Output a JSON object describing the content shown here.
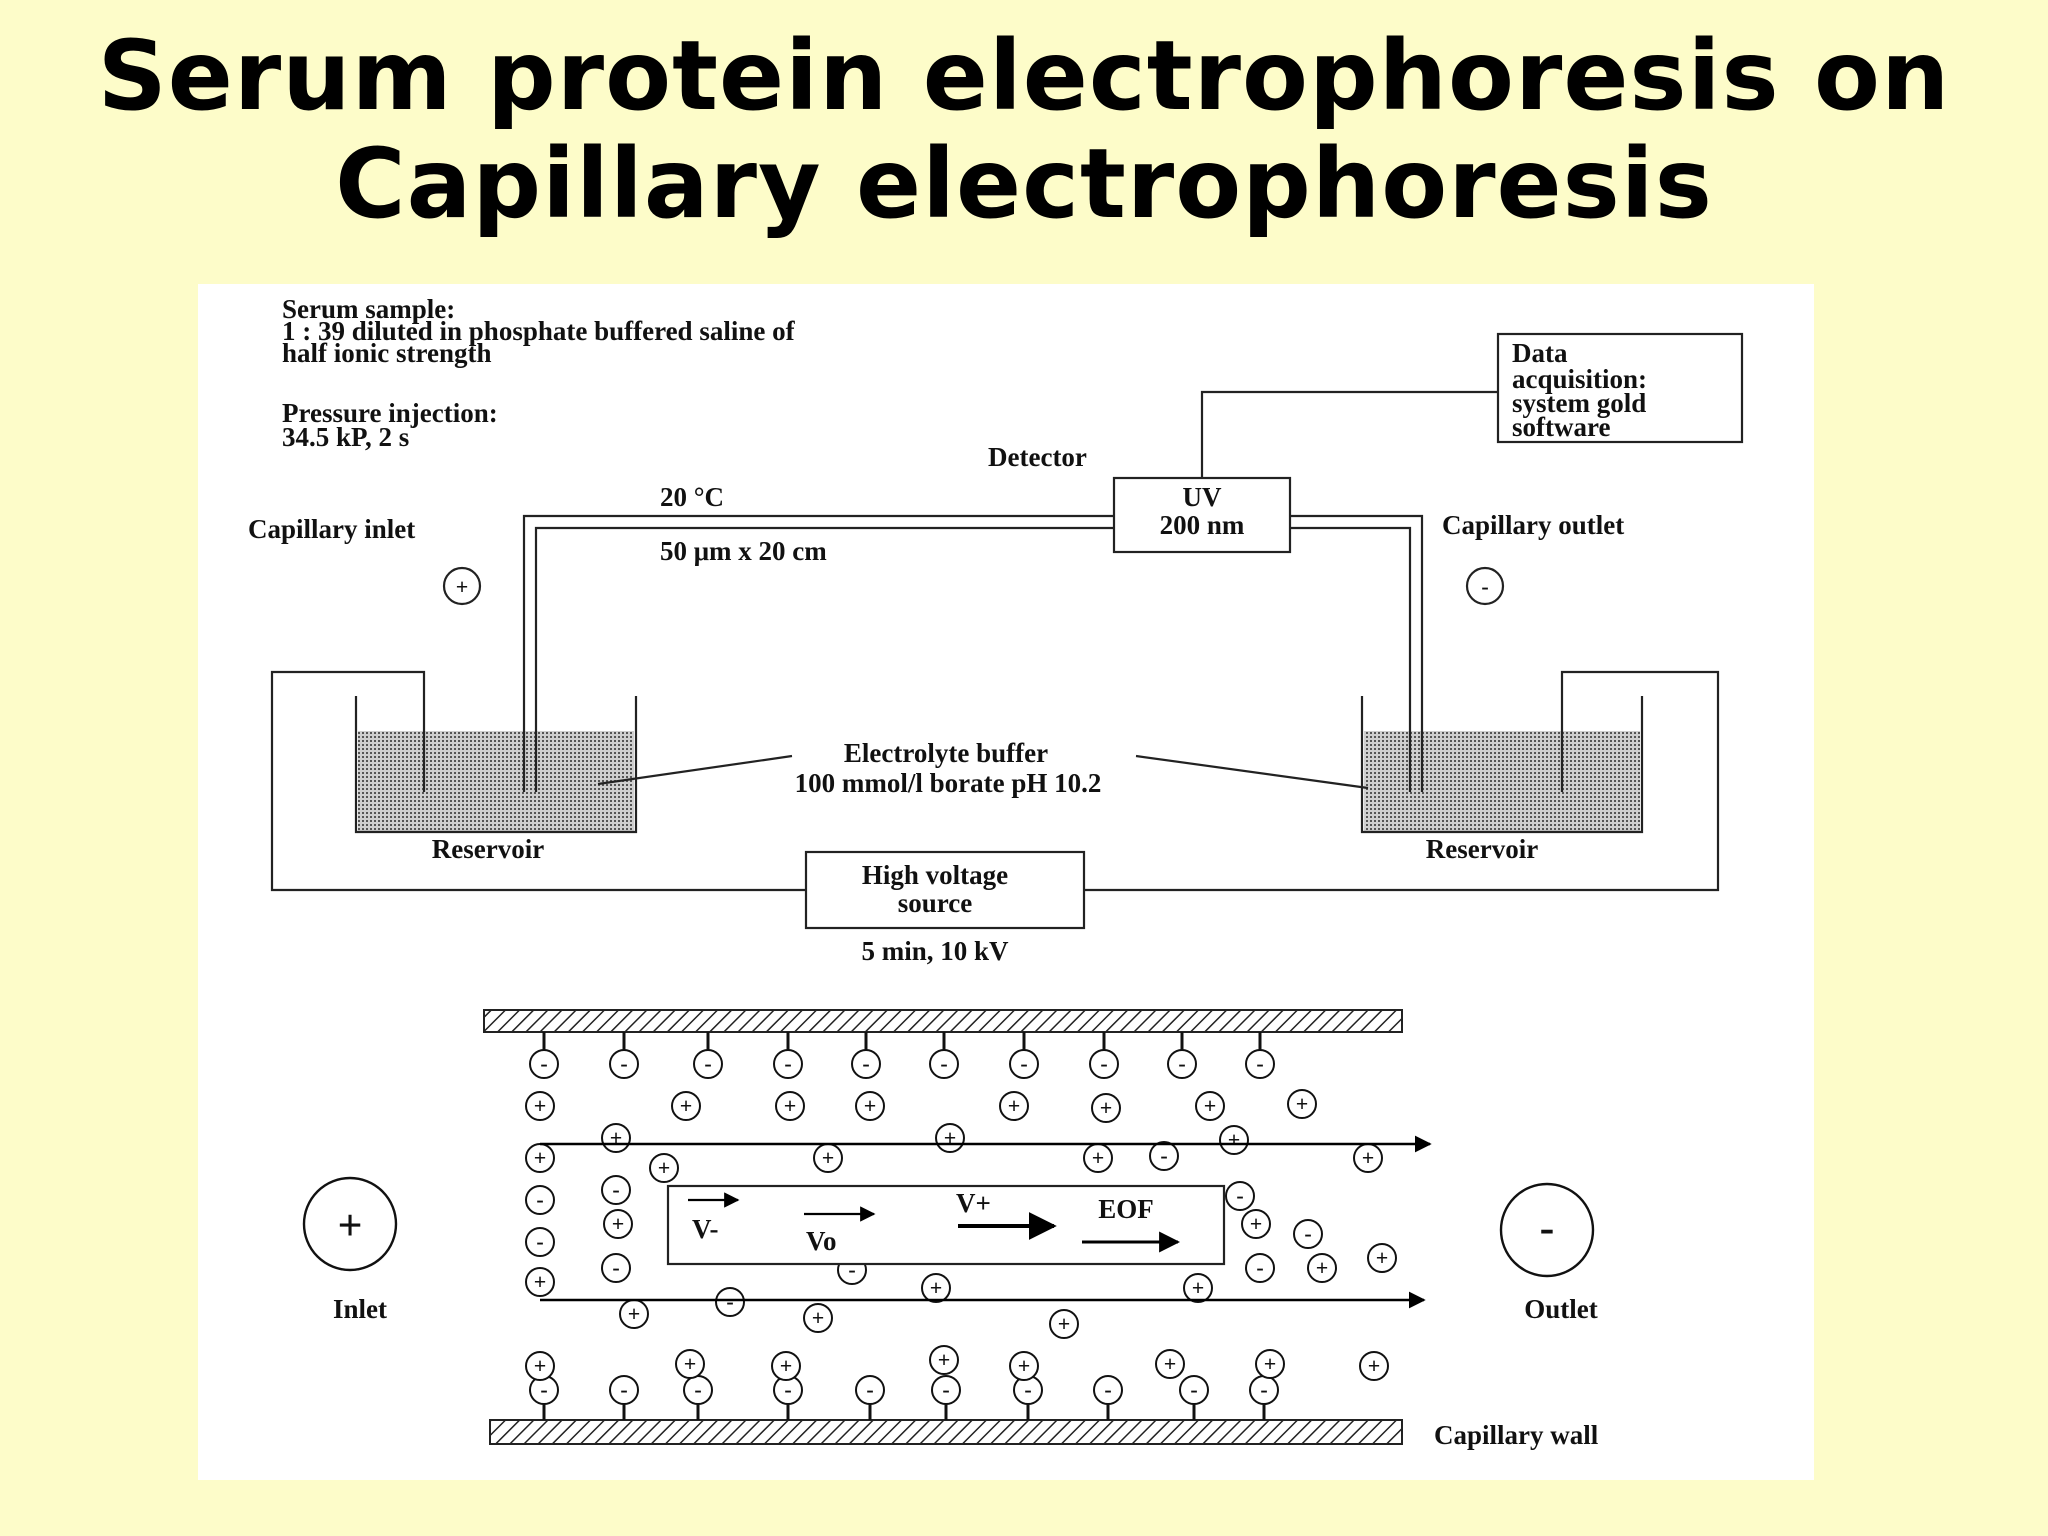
{
  "title": {
    "line1": "Serum protein electrophoresis on",
    "line2": "Capillary electrophoresis"
  },
  "setup": {
    "sample_label": "Serum sample:",
    "sample_line2": "1 : 39 diluted in phosphate buffered saline of",
    "sample_line3": "half ionic strength",
    "injection_label": "Pressure injection:",
    "injection_value": "34.5 kP, 2 s",
    "temperature": "20 °C",
    "capillary_dims": "50 μm x 20 cm",
    "capillary_inlet": "Capillary  inlet",
    "capillary_outlet": "Capillary outlet",
    "inlet_polarity": "+",
    "outlet_polarity": "-",
    "detector_label": "Detector",
    "uv_line1": "UV",
    "uv_line2": "200 nm",
    "data_acq_line1": "Data",
    "data_acq_line2": "acquisition:",
    "data_acq_line3": "system gold",
    "data_acq_line4": "software",
    "buffer_line1": "Electrolyte buffer",
    "buffer_line2": "100 mmol/l borate pH 10.2",
    "reservoir_left": "Reservoir",
    "reservoir_right": "Reservoir",
    "hv_line1": "High voltage",
    "hv_line2": "source",
    "hv_params": "5 min, 10 kV"
  },
  "flow": {
    "inlet_sign": "+",
    "inlet_label": "Inlet",
    "outlet_sign": "-",
    "outlet_label": "Outlet",
    "wall_label": "Capillary wall",
    "v_minus": "V-",
    "v_zero": "Vo",
    "v_plus": "V+",
    "eof": "EOF",
    "plus_sign": "+",
    "minus_sign": "-"
  }
}
